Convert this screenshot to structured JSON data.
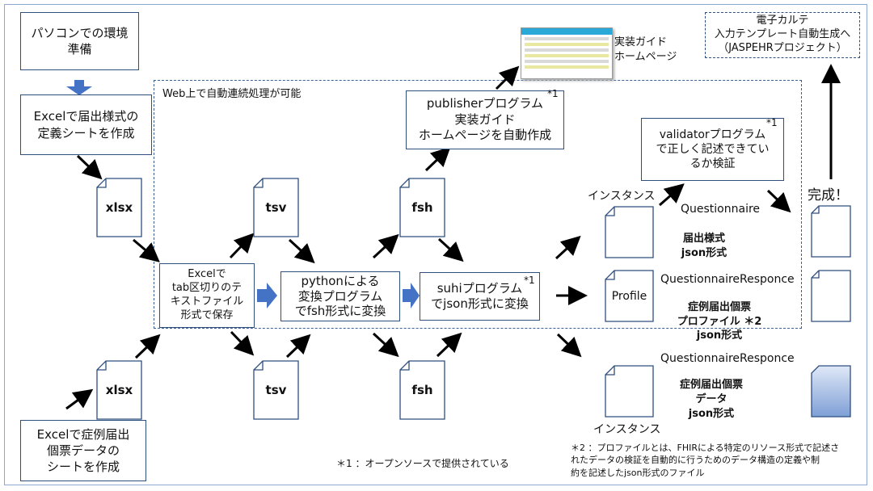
{
  "boxes": {
    "pc_env": "パソコンでの環境\n準備",
    "excel_def": "Excelで届出様式の\n定義シートを作成",
    "excel_case": "Excelで症例届出\n個票データの\nシートを作成",
    "excel_save": "Excelで\ntab区切りのテ\nキストファイル\n形式で保存",
    "python": "pythonによる\n変換プログラム\nでfsh形式に変換",
    "suhi": "suhiプログラム\nでjson形式に変換",
    "suhi_mark": "*1",
    "publisher": "publisherプログラム\n実装ガイド\nホームページを自動作成",
    "publisher_mark": "*1",
    "validator": "validatorプログラム\nで正しく記述できてい\nるか検証",
    "validator_mark": "*1",
    "ehr": "電子カルテ\n入力テンプレート自動生成へ\n（JASPEHRプロジェクト）"
  },
  "docs": {
    "xlsx_top": "xlsx",
    "xlsx_bottom": "xlsx",
    "tsv_top": "tsv",
    "tsv_bottom": "tsv",
    "fsh_top": "fsh",
    "fsh_bottom": "fsh",
    "profile": "Profile"
  },
  "labels": {
    "web_auto": "Web上で自動連続処理が可能",
    "impl_guide": "実装ガイド\nホームページ",
    "instance_top": "インスタンス",
    "instance_bottom": "インスタンス",
    "complete": "完成！",
    "questionnaire": "Questionnaire",
    "questionnaire_desc": "届出様式\njson形式",
    "qr_profile": "QuestionnaireResponce",
    "qr_profile_desc": "症例届出個票\nプロファイル ＊2\njson形式",
    "qr_data": "QuestionnaireResponce",
    "qr_data_desc": "症例届出個票\nデータ\njson形式",
    "note1": "＊1 ：オープンソースで提供されている",
    "note2": "＊2 ：プロファイルとは、FHIRによる特定のリソース形式で記述さ\nれたデータの検証を自動的に行うためのデータ構造の定義や制\n約を記述したjson形式のファイル"
  },
  "colors": {
    "box_border": "#2f4f7f",
    "block_arrow": "#4472c4",
    "filled_doc": "#a9c0e6"
  }
}
